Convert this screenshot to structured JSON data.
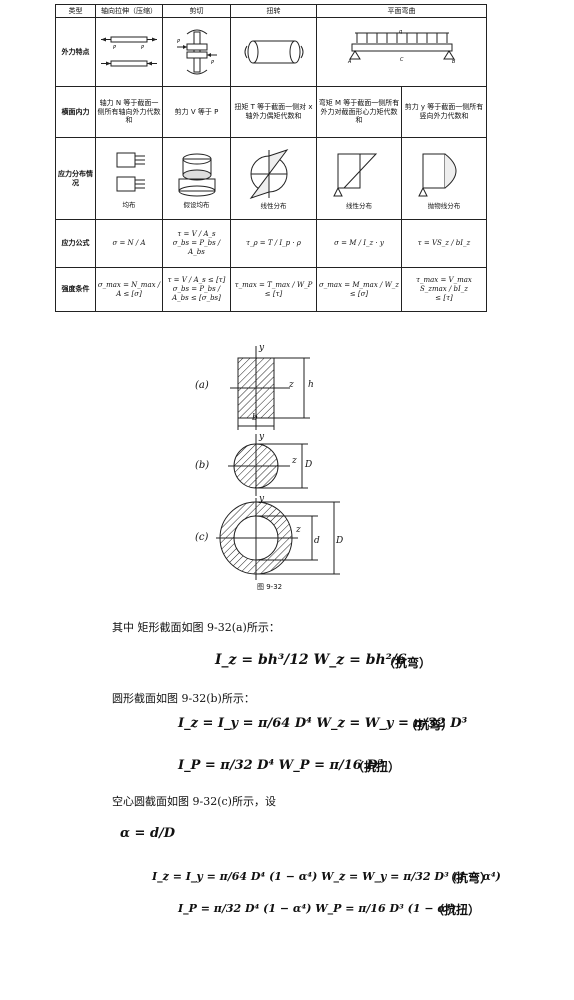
{
  "table": {
    "headers": [
      "类型",
      "轴向拉伸（压缩）",
      "剪切",
      "扭转",
      "平面弯曲"
    ],
    "rows": {
      "external_force": {
        "label": "外力特点"
      },
      "internal_force": {
        "label": "横面内力",
        "cells": [
          "轴力 N 等于截面一侧所有轴向外力代数和",
          "剪力 V 等于 P",
          "扭矩 T 等于截面一侧对 x 轴外力偶矩代数和",
          "弯矩 M 等于截面一侧所有外力对截面形心力矩代数和",
          "剪力 y 等于截面一侧所有竖向外力代数和"
        ]
      },
      "stress_distribution": {
        "label": "应力分布情况",
        "cells": [
          "均布",
          "假设均布",
          "线性分布",
          "线性分布",
          "抛物线分布"
        ]
      },
      "stress_formula": {
        "label": "应力公式",
        "cells": [
          "σ = N / A",
          "τ = V / A_s",
          "σ_bs = P_bs / A_bs",
          "τ_ρ = T / I_p · ρ",
          "σ = M / I_z · y",
          "τ = VS_z / bI_z"
        ]
      },
      "strength": {
        "label": "强度条件",
        "cells": [
          "σ_max = N_max / A ≤ [σ]",
          "τ = V / A_s ≤ [τ]",
          "σ_bs = P_bs / A_bs ≤ [σ_bs]",
          "τ_max = T_max / W_P ≤ [τ]",
          "σ_max = M_max / W_z ≤ [σ]",
          "τ_max = V_max S_zmax / bI_z",
          "≤ [τ]"
        ]
      }
    }
  },
  "figure": {
    "labels": [
      "(a)",
      "(b)",
      "(c)"
    ],
    "axis_labels": {
      "y": "y",
      "z": "z",
      "h": "h",
      "b": "b",
      "D": "D",
      "d": "d"
    },
    "caption": "图 9-32"
  },
  "text": {
    "line1": "其中   矩形截面如图 9-32(a)所示：",
    "line2": "圆形截面如图 9-32(b)所示：",
    "line3": "空心圆截面如图 9-32(c)所示，设"
  },
  "formulas": {
    "rect": "I_z = bh³/12    W_z = bh²/6",
    "rect_tag": "（抗弯）",
    "circ_bend": "I_z = I_y = π/64 D⁴    W_z = W_y = π/32 D³",
    "circ_bend_tag": "（抗弯）",
    "circ_tors": "I_P = π/32 D⁴    W_P = π/16 D³",
    "circ_tors_tag": "（抗扭）",
    "alpha": "α = d/D",
    "hollow_bend": "I_z = I_y = π/64 D⁴ (1 − α⁴)    W_z = W_y = π/32 D³ (1 − α⁴)",
    "hollow_bend_tag": "（抗弯）",
    "hollow_tors": "I_P = π/32 D⁴ (1 − α⁴)    W_P = π/16 D³ (1 − α⁴)",
    "hollow_tors_tag": "（抗扭）"
  }
}
